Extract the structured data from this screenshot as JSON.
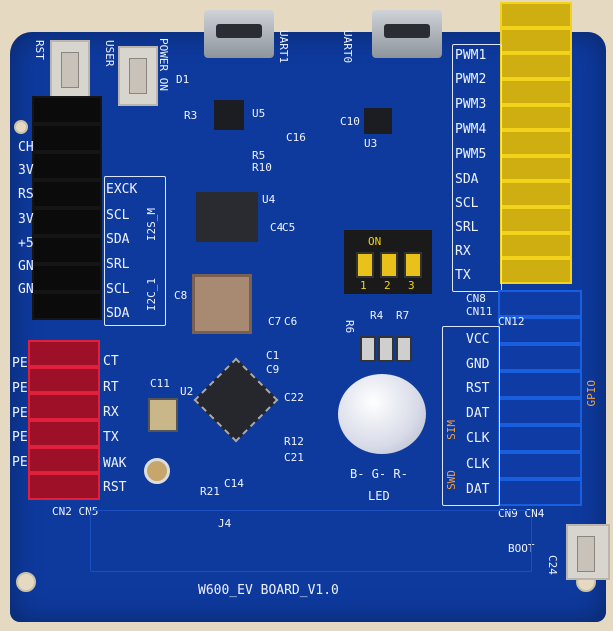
{
  "board": {
    "title": "W600_EV BOARD_V1.0",
    "colors": {
      "pcb": "#0e3a9e",
      "yellow_header": "#f2d21a",
      "red_header": "#e0203c",
      "blue_header": "#1a5ee0",
      "black_header": "#151515"
    }
  },
  "buttons": {
    "rst": "RST",
    "user": "USER",
    "boot": "BOOT"
  },
  "top": {
    "power_on": "POWER ON",
    "d1": "D1",
    "uart1": "UART1",
    "uart0": "UART0"
  },
  "left_header": {
    "side_labels": [
      "CH",
      "3V",
      "RS",
      "3V",
      "+5",
      "GN",
      "GN"
    ],
    "pin_labels": [
      "EXCK",
      "SCL",
      "SDA",
      "SRL",
      "SCL",
      "SDA"
    ],
    "group1": "I2S_M",
    "group2": "I2C_1"
  },
  "red_header": {
    "side_labels": [
      "PE",
      "PE",
      "PE",
      "PE",
      "PE"
    ],
    "pin_labels": [
      "CT",
      "RT",
      "RX",
      "TX",
      "WAK",
      "RST"
    ],
    "refs": "CN2 CN5"
  },
  "yellow_header": {
    "labels": [
      "PWM1",
      "PWM2",
      "PWM3",
      "PWM4",
      "PWM5",
      "SDA",
      "SCL",
      "SRL",
      "RX",
      "TX"
    ],
    "refs": [
      "CN8",
      "CN11"
    ]
  },
  "blue_header": {
    "labels": [
      "VCC",
      "GND",
      "RST",
      "DAT",
      "CLK",
      "CLK",
      "DAT"
    ],
    "sim": "SIM",
    "swd": "SWD",
    "gpio": "GPIO",
    "refs": [
      "CN12",
      "CN9 CN4"
    ]
  },
  "dip": {
    "on": "ON",
    "nums": [
      "1",
      "2",
      "3"
    ]
  },
  "led": {
    "label": "LED",
    "pins": "B- G- R-"
  },
  "refs": {
    "u5": "U5",
    "u4": "U4",
    "u3": "U3",
    "u2": "U2",
    "c16": "C16",
    "c8": "C8",
    "c6": "C6",
    "c7": "C7",
    "c5": "C5",
    "c4": "C4",
    "c1": "C1",
    "c9": "C9",
    "c11": "C11",
    "c22": "C22",
    "r12": "R12",
    "c21": "C21",
    "c14": "C14",
    "r21": "R21",
    "j4": "J4",
    "c24": "C24",
    "r6": "R6",
    "r4": "R4",
    "r7": "R7",
    "c10": "C10",
    "r3": "R3",
    "r5": "R5",
    "r10": "R10"
  }
}
